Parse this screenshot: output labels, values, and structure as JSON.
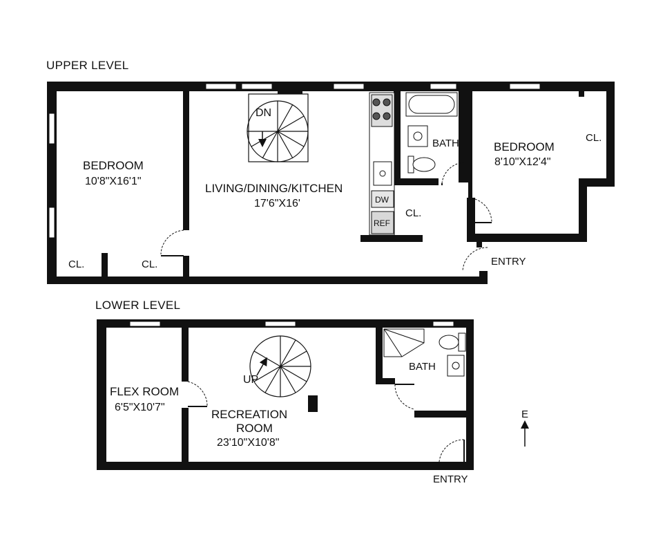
{
  "levels": {
    "upper": {
      "title": "UPPER LEVEL",
      "bedroom_left": {
        "name": "BEDROOM",
        "dims": "10'8\"X16'1\""
      },
      "living": {
        "name": "LIVING/DINING/KITCHEN",
        "dims": "17'6\"X16'"
      },
      "bedroom_right": {
        "name": "BEDROOM",
        "dims": "8'10\"X12'4\""
      },
      "bath": "BATH",
      "closet_label": "CL.",
      "stair_label": "DN",
      "dishwasher": "DW",
      "refrigerator": "REF",
      "entry": "ENTRY"
    },
    "lower": {
      "title": "LOWER LEVEL",
      "flex_room": {
        "name": "FLEX ROOM",
        "dims": "6'5\"X10'7\""
      },
      "recreation": {
        "name_line1": "RECREATION",
        "name_line2": "ROOM",
        "dims": "23'10\"X10'8\""
      },
      "bath": "BATH",
      "stair_label": "UP",
      "entry": "ENTRY"
    }
  },
  "compass": {
    "label": "E"
  }
}
